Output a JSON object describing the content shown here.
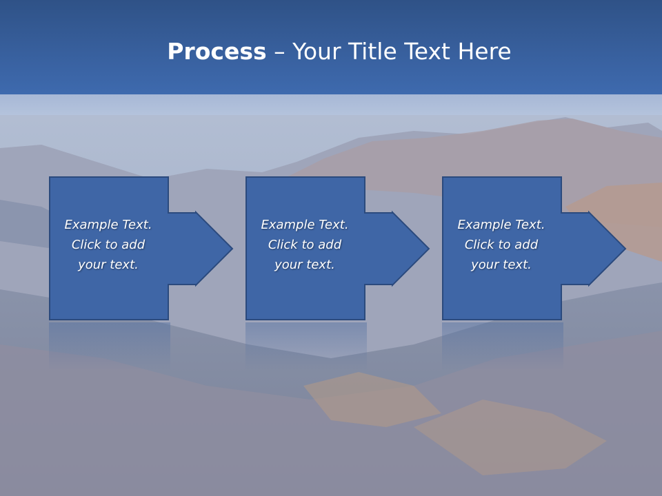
{
  "slide": {
    "title_bold": "Process",
    "title_rest": " – Your Title Text Here"
  },
  "steps": [
    {
      "line1": "Example Text.",
      "line2": "Click  to add",
      "line3": "your text."
    },
    {
      "line1": "Example Text.",
      "line2": "Click  to add",
      "line3": "your text."
    },
    {
      "line1": "Example Text.",
      "line2": "Click  to add",
      "line3": "your text."
    }
  ],
  "colors": {
    "header": "#3a63a3",
    "box_fill": "#3f66a6",
    "box_border": "#2b4a7d"
  }
}
